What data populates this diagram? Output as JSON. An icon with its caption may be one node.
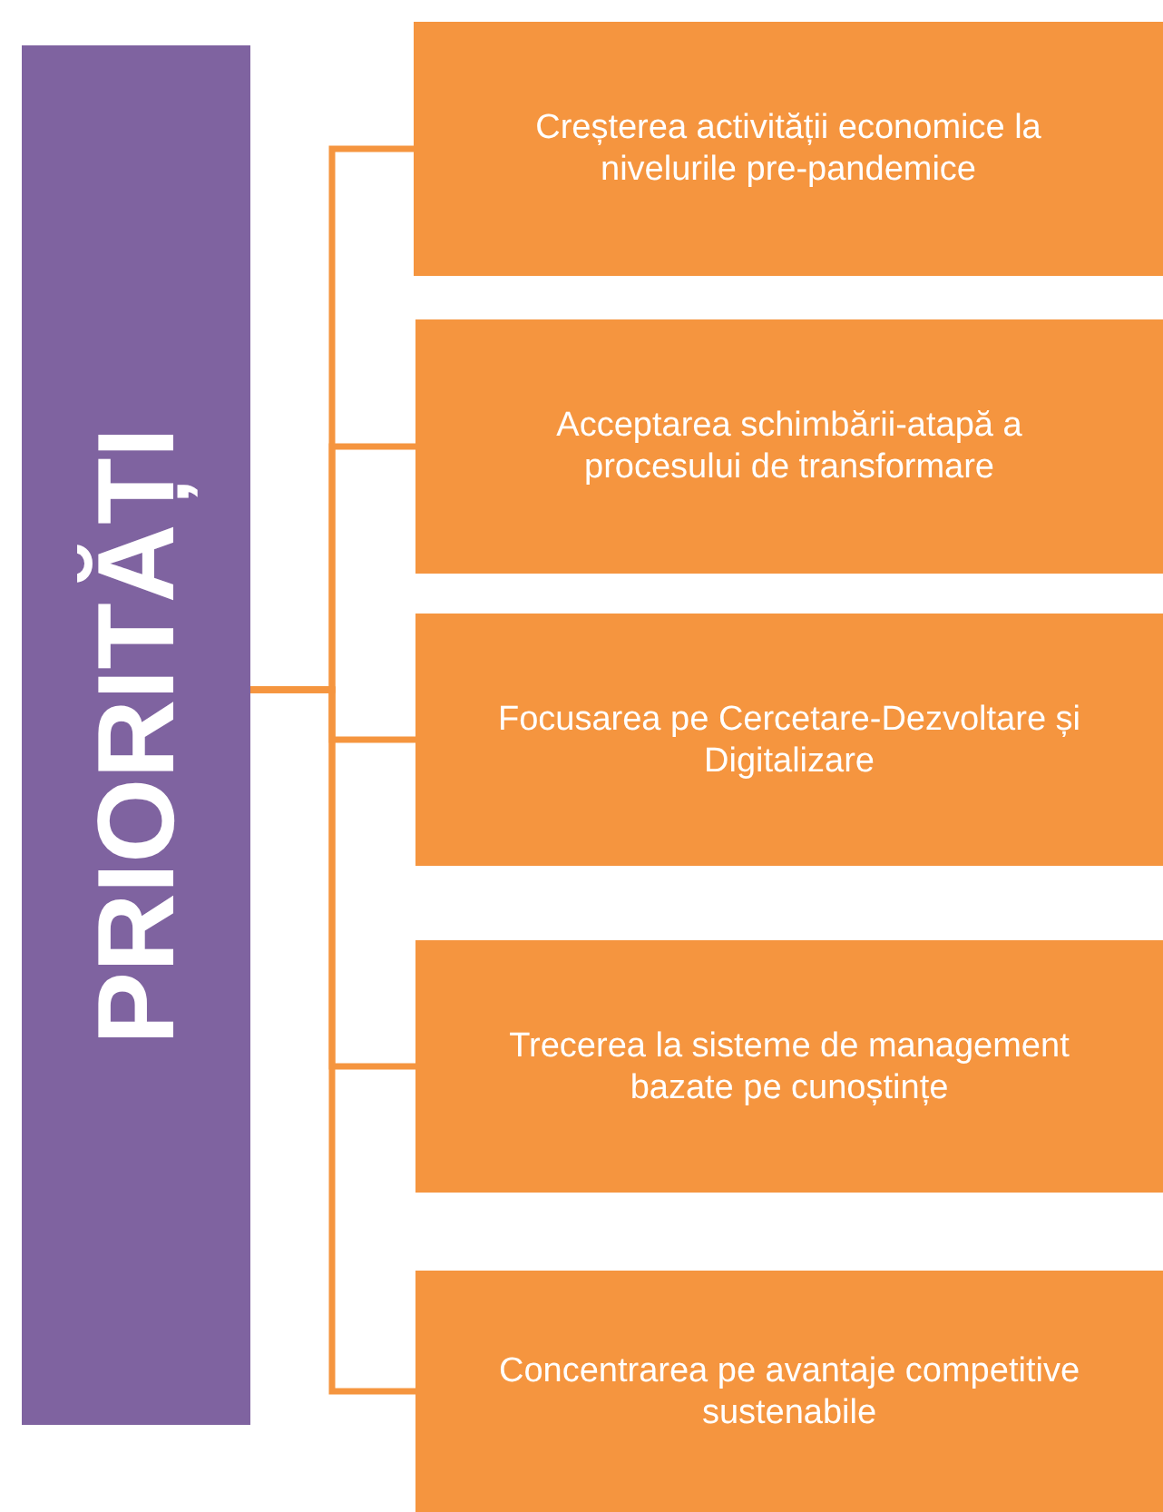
{
  "diagram": {
    "nodes": [
      {
        "text": [
          "PRIORITĂȚI"
        ]
      },
      {
        "text": [
          "Creșterea activității economice la nivelurile pre-pandemice"
        ]
      },
      {
        "text": [
          "Acceptarea schimbării-atapă a procesului de transformare"
        ]
      },
      {
        "text": [
          "Focusarea pe Cercetare-Dezvoltare și Digitalizare"
        ]
      },
      {
        "text": [
          "Trecerea la sisteme de management bazate pe cunoștințe"
        ]
      },
      {
        "text": [
          "Concentrarea pe avantaje competitive sustenabile"
        ]
      }
    ],
    "edges": [
      {
        "from": 0,
        "to": 1,
        "arrow": "none"
      },
      {
        "from": 0,
        "to": 2,
        "arrow": "none"
      },
      {
        "from": 0,
        "to": 3,
        "arrow": "none"
      },
      {
        "from": 0,
        "to": 4,
        "arrow": "none"
      },
      {
        "from": 0,
        "to": 5,
        "arrow": "none"
      }
    ]
  }
}
